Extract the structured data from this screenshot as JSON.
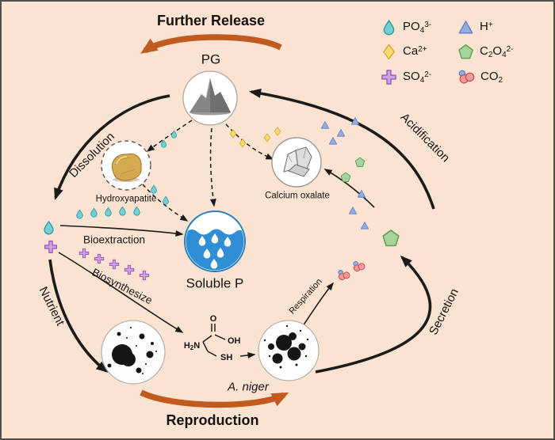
{
  "figure": {
    "further_release": "Further Release",
    "reproduction": "Reproduction",
    "pg": "PG",
    "soluble_p": "Soluble P",
    "organism": "A. niger",
    "hydroxyapatite": "Hydroxyapatite",
    "calcium_oxalate": "Calcium oxalate",
    "dissolution": "Dissolution",
    "acidification": "Acidification",
    "nutrient": "Nutrient",
    "secretion": "Secretion",
    "bioextraction": "Bioextraction",
    "biosynthesize": "Biosynthesize",
    "respiration": "Respiration"
  },
  "molecule": {
    "amine_h": "H",
    "amine_sub": "2",
    "amine_n": "N",
    "carbonyl_o": "O",
    "hydroxyl": "OH",
    "thiol": "SH"
  },
  "legend": {
    "items": [
      {
        "id": "po4",
        "icon": "po4-droplet-icon",
        "base": "PO",
        "sub": "4",
        "sup": "3-"
      },
      {
        "id": "h",
        "icon": "h-triangle-icon",
        "base": "H",
        "sup": "+"
      },
      {
        "id": "ca",
        "icon": "ca-diamond-icon",
        "base": "Ca",
        "sup": "2+"
      },
      {
        "id": "c2o4",
        "icon": "c2o4-pentagon-icon",
        "base": "C",
        "sub": "2",
        "base2": "O",
        "sub2": "4",
        "sup": "2-"
      },
      {
        "id": "so4",
        "icon": "so4-plus-icon",
        "base": "SO",
        "sub": "4",
        "sup": "2-"
      },
      {
        "id": "co2",
        "icon": "co2-molecule-icon",
        "base": "CO",
        "sub": "2"
      }
    ]
  },
  "colors": {
    "background": "#fbe3d2",
    "arrow_orange": "#c2591e",
    "ring_black": "#1b1b1b",
    "po4_teal": "#74ced2",
    "h_blue": "#97abdf",
    "ca_yellow": "#f9d973",
    "c2o4_green": "#a6d29b",
    "so4_purple": "#cda2e2",
    "co2_red": "#f29a9a",
    "co2_blue": "#8fb1e8",
    "soluble_blue": "#2f8ed4"
  }
}
